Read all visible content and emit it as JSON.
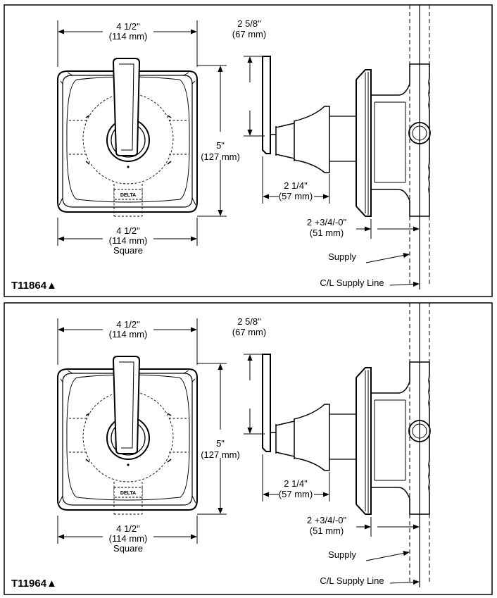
{
  "panels": [
    {
      "model": "T11864▲",
      "width_top": {
        "inch": "4 1/2\"",
        "mm": "(114 mm)"
      },
      "height": {
        "inch": "5\"",
        "mm": "(127 mm)"
      },
      "width_bottom": {
        "inch": "4 1/2\"",
        "mm": "(114 mm)",
        "note": "Square"
      },
      "handle_depth": {
        "inch": "2 5/8\"",
        "mm": "(67 mm)"
      },
      "escutcheon_depth": {
        "inch": "2 1/4\"",
        "mm": "(57 mm)"
      },
      "valve_offset": {
        "inch": "2 +3/4/-0\"",
        "mm": "(51 mm)"
      },
      "supply_label": "Supply",
      "cl_label": "C/L Supply Line",
      "logo": "DELTA"
    },
    {
      "model": "T11964▲",
      "width_top": {
        "inch": "4 1/2\"",
        "mm": "(114 mm)"
      },
      "height": {
        "inch": "5\"",
        "mm": "(127 mm)"
      },
      "width_bottom": {
        "inch": "4 1/2\"",
        "mm": "(114 mm)",
        "note": "Square"
      },
      "handle_depth": {
        "inch": "2 5/8\"",
        "mm": "(67 mm)"
      },
      "escutcheon_depth": {
        "inch": "2 1/4\"",
        "mm": "(57 mm)"
      },
      "valve_offset": {
        "inch": "2 +3/4/-0\"",
        "mm": "(51 mm)"
      },
      "supply_label": "Supply",
      "cl_label": "C/L Supply Line",
      "logo": "DELTA"
    }
  ]
}
